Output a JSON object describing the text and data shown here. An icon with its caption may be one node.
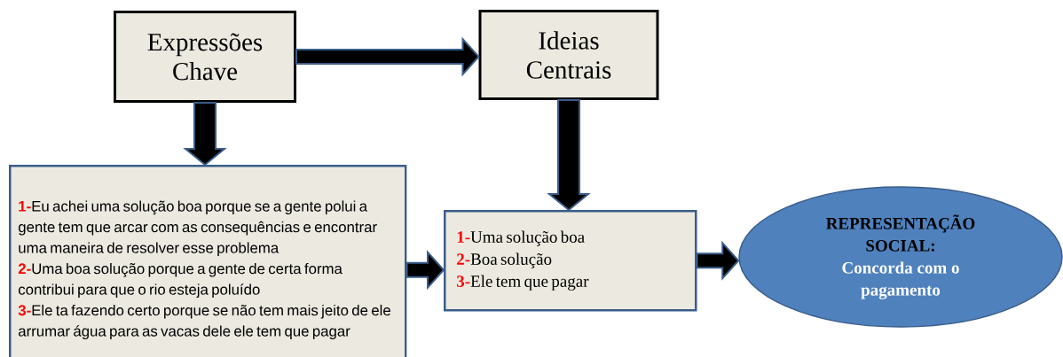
{
  "diagram": {
    "nodes": [
      {
        "text": [
          "Expressões Chave"
        ]
      },
      {
        "text": [
          "Ideias Centrais"
        ]
      },
      {
        "text": [
          "1-",
          "Eu achei uma solução boa porque se a gente polui a gente tem que arcar com as consequências e encontrar uma maneira de resolver esse problema",
          "2-",
          "Uma boa solução porque a gente de certa forma contribui para que o rio esteja poluído",
          "3-",
          "Ele ta fazendo certo porque se não tem mais jeito de ele arrumar água para as vacas dele ele tem que pagar"
        ]
      },
      {
        "text": [
          "1-",
          "Uma solução boa",
          "2-",
          "Boa solução",
          "3-",
          "Ele tem que pagar"
        ]
      },
      {
        "text": [
          "REPRESENTAÇÃO SOCIAL:",
          "Concorda com o pagamento"
        ]
      }
    ],
    "edges": [
      {
        "from": 0,
        "to": 1,
        "arrow": "to"
      },
      {
        "from": 0,
        "to": 2,
        "arrow": "to"
      },
      {
        "from": 1,
        "to": 3,
        "arrow": "to"
      },
      {
        "from": 2,
        "to": 3,
        "arrow": "to"
      },
      {
        "from": 3,
        "to": 4,
        "arrow": "to"
      }
    ]
  }
}
